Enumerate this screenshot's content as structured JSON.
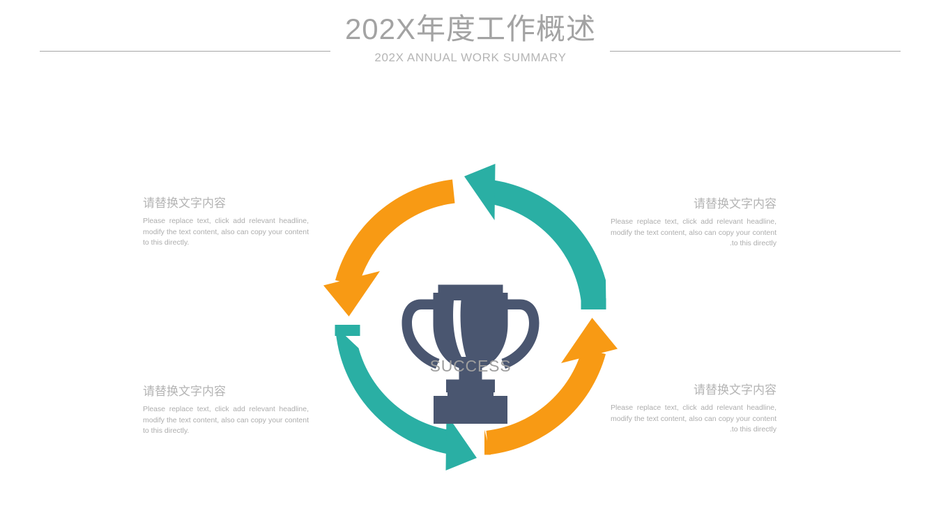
{
  "slide": {
    "background_color": "#ffffff",
    "header": {
      "title": "202X年度工作概述",
      "subtitle": "202X ANNUAL WORK SUMMARY",
      "title_color": "#a3a3a3",
      "subtitle_color": "#b5b5b5",
      "rule_color": "#a6a6a6"
    },
    "center": {
      "icon": "trophy-icon",
      "icon_color": "#4a5670",
      "label": "SUCCESS",
      "label_color": "#9e9e9e"
    },
    "palette": {
      "orange": "#f89a14",
      "teal": "#2aafa4",
      "slate": "#4a5670",
      "text_gray": "#adadad"
    },
    "arrows": [
      {
        "name": "arrow-top-left",
        "color": "#f89a14",
        "direction": "clockwise-down-left"
      },
      {
        "name": "arrow-top-right",
        "color": "#2aafa4",
        "direction": "counterclockwise-up-left"
      },
      {
        "name": "arrow-bottom-left",
        "color": "#2aafa4",
        "direction": "clockwise-down-right"
      },
      {
        "name": "arrow-bottom-right",
        "color": "#f89a14",
        "direction": "counterclockwise-up-right"
      }
    ],
    "callouts": [
      {
        "position": "top-left",
        "heading": "请替换文字内容",
        "body": "Please replace text, click add relevant headline, modify the text content, also can copy your content to this directly."
      },
      {
        "position": "top-right",
        "heading": "请替换文字内容",
        "body": "Please replace text, click add relevant headline, modify the text content, also can copy your content to this directly."
      },
      {
        "position": "bottom-left",
        "heading": "请替换文字内容",
        "body": "Please replace text, click add relevant headline, modify the text content, also can copy your content to this directly."
      },
      {
        "position": "bottom-right",
        "heading": "请替换文字内容",
        "body": "Please replace text, click add relevant headline, modify the text content, also can copy your content to this directly."
      }
    ]
  }
}
